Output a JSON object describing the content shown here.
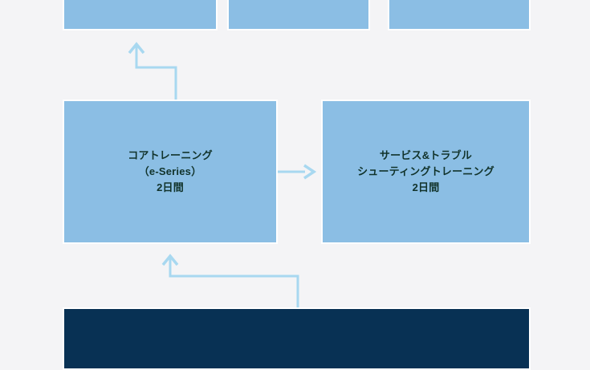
{
  "diagram": {
    "title": "training-path-flow",
    "background_color": "#f4f4f6",
    "node_fill": "#8bbee4",
    "node_fill_dark": "#083154",
    "connector_color": "#a8d8f0",
    "text_color": "#11332b"
  },
  "nodes": {
    "top_row": [
      {
        "id": "top-box-1",
        "label": ""
      },
      {
        "id": "top-box-2",
        "label": ""
      },
      {
        "id": "top-box-3",
        "label": ""
      }
    ],
    "core_training": {
      "label": "コアトレーニング\n（e-Series）\n2日間",
      "line1": "コアトレーニング",
      "line2": "（e-Series）",
      "line3": "2日間"
    },
    "service_training": {
      "label": "サービス&トラブル\nシューティングトレーニング\n2日間",
      "line1": "サービス&トラブル",
      "line2": "シューティングトレーニング",
      "line3": "2日間"
    },
    "foundation_bar": {
      "label": ""
    }
  },
  "connectors": [
    {
      "id": "core-to-top",
      "from": "core-training",
      "to": "top-box-1",
      "direction": "up",
      "style": "elbow",
      "arrowhead": "up"
    },
    {
      "id": "core-to-service",
      "from": "core-training",
      "to": "service-training",
      "direction": "right",
      "style": "straight",
      "arrowhead": "right"
    },
    {
      "id": "foundation-to-core",
      "from": "foundation-bar",
      "to": "core-training",
      "direction": "up",
      "style": "elbow",
      "arrowhead": "up"
    }
  ]
}
